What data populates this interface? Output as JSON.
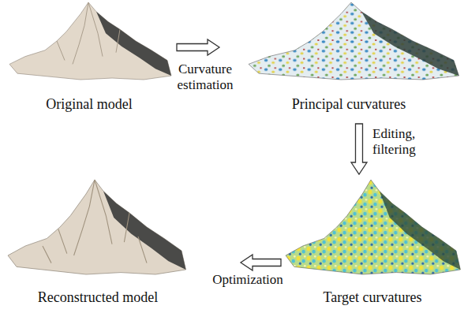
{
  "diagram": {
    "nodes": [
      {
        "text": [
          "Original model"
        ]
      },
      {
        "text": [
          "Principal curvatures"
        ]
      },
      {
        "text": [
          "Reconstructed model"
        ]
      },
      {
        "text": [
          "Target curvatures"
        ]
      }
    ],
    "edges": [
      {
        "from": 0,
        "to": 1,
        "arrow": "to",
        "label": "Curvature estimation"
      },
      {
        "from": 1,
        "to": 3,
        "arrow": "to",
        "label": "Editing, filtering"
      },
      {
        "from": 3,
        "to": 2,
        "arrow": "to",
        "label": "Optimization"
      }
    ]
  }
}
